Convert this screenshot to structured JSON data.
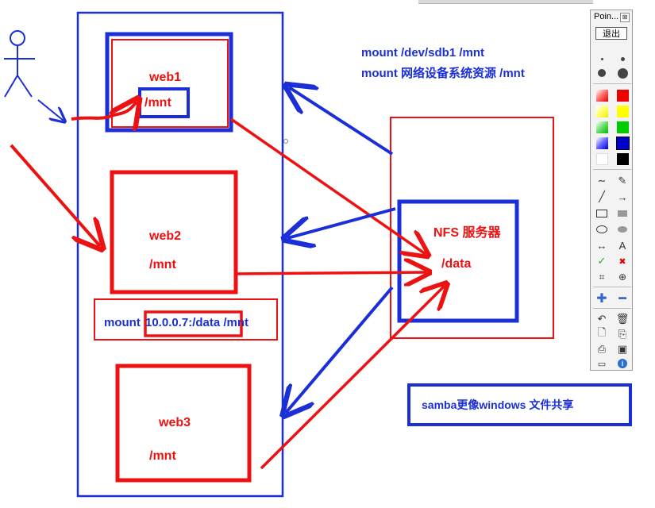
{
  "labels": {
    "web1": "web1",
    "web1_mnt": "/mnt",
    "web2": "web2",
    "web2_mnt": "/mnt",
    "web3": "web3",
    "web3_mnt": "/mnt",
    "nfs_title": "NFS 服务器",
    "nfs_data": "/data",
    "mount_prefix": "mount",
    "mount_source": "10.0.0.7:/data",
    "mount_target": "/mnt"
  },
  "notes": {
    "line1": "mount /dev/sdb1  /mnt",
    "line2": "mount 网络设备系统资源  /mnt",
    "samba": "samba更像windows 文件共享"
  },
  "toolbar": {
    "title": "Poin...",
    "close": "⊠",
    "exit_label": "退出",
    "text_tool": "A"
  },
  "colors": {
    "red": "#ee1111",
    "blue": "#1a2fd8"
  }
}
